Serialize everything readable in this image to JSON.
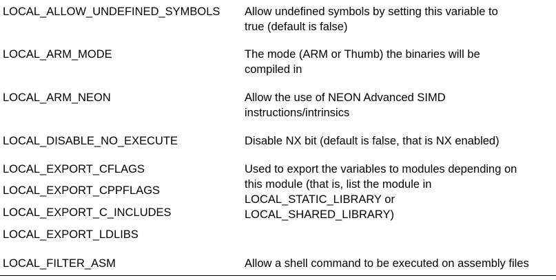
{
  "rows": [
    {
      "name": "LOCAL_ALLOW_UNDEFINED_SYMBOLS",
      "description": [
        "Allow undefined symbols by setting this variable to",
        "true (default is false)"
      ]
    },
    {
      "name": "LOCAL_ARM_MODE",
      "description": [
        "The mode (ARM or Thumb) the binaries will be",
        "compiled in"
      ]
    },
    {
      "name": "LOCAL_ARM_NEON",
      "description": [
        "Allow the use of NEON Advanced SIMD",
        "instructions/intrinsics"
      ]
    },
    {
      "name": "LOCAL_DISABLE_NO_EXECUTE",
      "description": [
        "Disable NX bit (default is false, that is NX enabled)"
      ]
    },
    {
      "names": [
        "LOCAL_EXPORT_CFLAGS",
        "LOCAL_EXPORT_CPPFLAGS",
        "LOCAL_EXPORT_C_INCLUDES",
        "LOCAL_EXPORT_LDLIBS"
      ],
      "description": [
        "Used to export the variables to modules depending on",
        "this module (that is, list the module in",
        "LOCAL_STATIC_LIBRARY or",
        "LOCAL_SHARED_LIBRARY)"
      ]
    },
    {
      "name": "LOCAL_FILTER_ASM",
      "description": [
        "Allow a shell command to be executed on assembly files"
      ]
    }
  ]
}
